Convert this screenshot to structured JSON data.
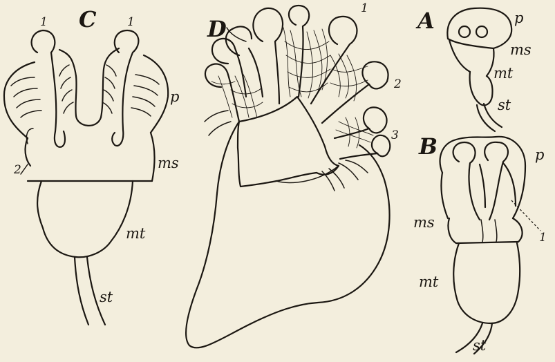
{
  "figures": {
    "C": {
      "letter": "C",
      "labels": {
        "one_left": "1",
        "one_right": "1",
        "two": "2",
        "p": "p",
        "ms": "ms",
        "mt": "mt",
        "st": "st"
      }
    },
    "D": {
      "letter": "D",
      "labels": {
        "one": "1",
        "two": "2",
        "three": "3"
      }
    },
    "A": {
      "letter": "A",
      "labels": {
        "p": "p",
        "ms": "ms",
        "mt": "mt",
        "st": "st"
      }
    },
    "B": {
      "letter": "B",
      "labels": {
        "p": "p",
        "ms": "ms",
        "mt": "mt",
        "st": "st",
        "one": "1"
      }
    }
  }
}
